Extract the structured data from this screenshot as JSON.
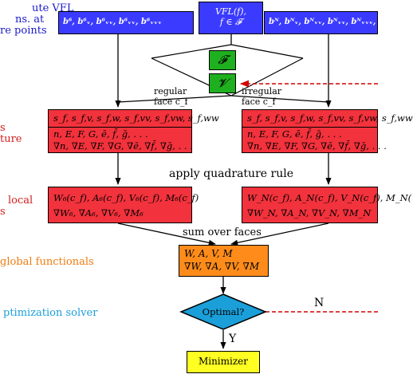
{
  "left_labels": {
    "step1_line1": "ute VFL",
    "step1_line2": "ns. at",
    "step1_line3": "re points",
    "step2_line1": "s",
    "step2_line2": "ture",
    "step3_line1": "local",
    "step3_line2": "s",
    "step4": "global functionals",
    "step5": "ptimization solver"
  },
  "top_left_box": "b⁶, b⁶ᵥ, b⁶ᵥᵥ, b⁶ᵥᵥ, b⁶ᵥᵥᵥ",
  "top_center_box": {
    "line1": "VFL(f),",
    "line2": "f ∈ 𝓕"
  },
  "top_right_box": "bᴺ, bᴺᵥ, bᴺᵥᵥ, bᴺᵥᵥ, bᴺᵥᵥᵥ, b",
  "green_F": "𝓕",
  "green_V": "𝓥",
  "regular_face": {
    "line1": "regular",
    "line2": "face c_f"
  },
  "irregular_face": {
    "line1": "irregular",
    "line2": "face c_f"
  },
  "red_upper_left": {
    "row1": "s_f, s_f,v, s_f,w, s_f,vv, s_f,vw, s_f,ww",
    "row2": "n, E, F, G, ē, f̄, ḡ, . . .",
    "row3": "∇n, ∇E, ∇F, ∇G, ∇ē, ∇f̄, ∇ḡ, . . ."
  },
  "red_upper_right": {
    "row1": "s_f, s_f,v, s_f,w, s_f,vv, s_f,vw, s_f,ww",
    "row2": "n, E, F, G, ē, f̄, ḡ, . . .",
    "row3": "∇n, ∇E, ∇F, ∇G, ∇ē, ∇f̄, ∇ḡ, . . ."
  },
  "apply_quadrature": "apply quadrature rule",
  "red_lower_left": {
    "row1": "W₆(c_f), A₆(c_f), V₆(c_f), M₆(c_f)",
    "row2": "∇W₆, ∇A₆, ∇V₆, ∇M₆"
  },
  "red_lower_right": {
    "row1": "W_N(c_f), A_N(c_f), V_N(c_f), M_N(",
    "row2": "∇W_N, ∇A_N, ∇V_N, ∇M_N"
  },
  "sum_over_faces": "sum over faces",
  "orange_box": {
    "row1": "W, A, V, M",
    "row2": "∇W, ∇A, ∇V, ∇M"
  },
  "diamond": "Optimal?",
  "no_label": "N",
  "yes_label": "Y",
  "minimizer": "Minimizer",
  "colors": {
    "blue_box": "#3b3bff",
    "red_box": "#f2323c",
    "green_box": "#1fb01f",
    "orange_box": "#ff8c1a",
    "yellow_box": "#ffff22",
    "diamond": "#1a9fd9",
    "label_blue": "#1a1acc",
    "label_red": "#d41c1c",
    "label_orange": "#f07b0f",
    "label_cyan": "#1a9fd9",
    "dashed_arrow": "#d40000"
  }
}
